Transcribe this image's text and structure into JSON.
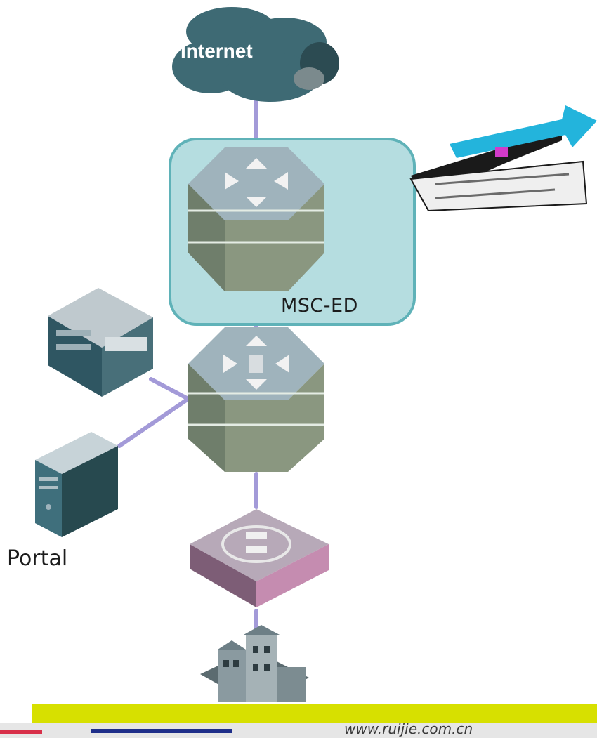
{
  "nodes": {
    "internet": {
      "label": "Internet"
    },
    "msc_ed": {
      "label": "MSC-ED"
    },
    "portal": {
      "label": "Portal"
    }
  },
  "footer": {
    "url": "www.ruijie.com.cn"
  },
  "colors": {
    "link": "#a39ad8",
    "msc_box_fill": "#b5dde0",
    "msc_box_border": "#5fb2b8",
    "cloud": "#3e6a74",
    "footer_bar": "#d7e000",
    "arrow": "#23b4dc"
  }
}
